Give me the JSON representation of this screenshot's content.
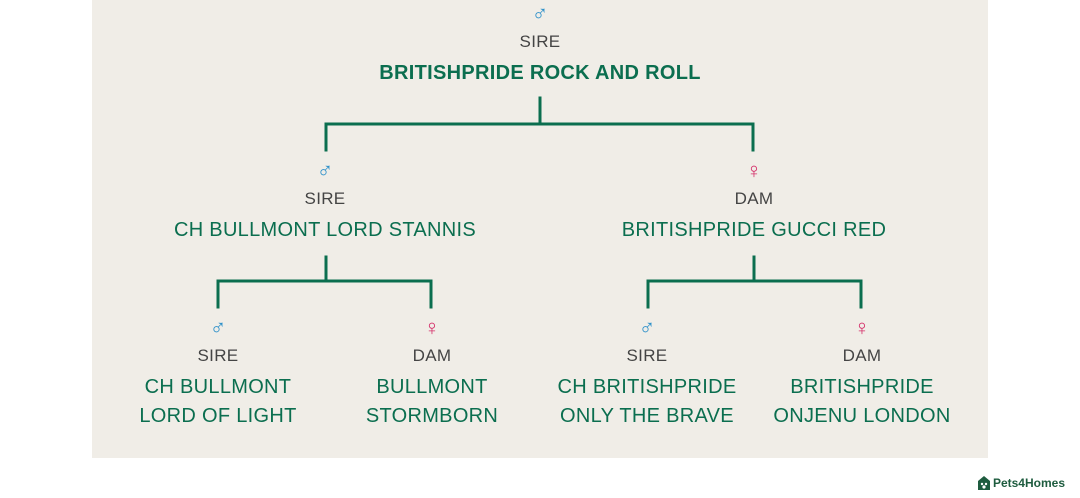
{
  "tree": {
    "root": {
      "role": "SIRE",
      "name_lines": [
        "BRITISHPRIDE ROCK AND ROLL"
      ],
      "symbol": "♂",
      "sex": "male"
    },
    "sire": {
      "role": "SIRE",
      "name_lines": [
        "CH BULLMONT LORD STANNIS"
      ],
      "symbol": "♂",
      "sex": "male"
    },
    "dam": {
      "role": "DAM",
      "name_lines": [
        "BRITISHPRIDE GUCCI RED"
      ],
      "symbol": "♀",
      "sex": "female"
    },
    "sire_sire": {
      "role": "SIRE",
      "name_lines": [
        "CH BULLMONT",
        "LORD OF LIGHT"
      ],
      "symbol": "♂",
      "sex": "male"
    },
    "sire_dam": {
      "role": "DAM",
      "name_lines": [
        "BULLMONT",
        "STORMBORN"
      ],
      "symbol": "♀",
      "sex": "female"
    },
    "dam_sire": {
      "role": "SIRE",
      "name_lines": [
        "CH BRITISHPRIDE",
        "ONLY THE BRAVE"
      ],
      "symbol": "♂",
      "sex": "male"
    },
    "dam_dam": {
      "role": "DAM",
      "name_lines": [
        "BRITISHPRIDE",
        "ONJENU LONDON"
      ],
      "symbol": "♀",
      "sex": "female"
    }
  },
  "colors": {
    "male_symbol": "#2a8fc9",
    "female_symbol": "#d4306a",
    "name_text": "#0b6e4f",
    "connector": "#0b6e4f",
    "panel_background": "#f0ede7"
  },
  "branding": {
    "logo_text": "Pets4Homes",
    "logo_icon": "house-paw-icon"
  }
}
